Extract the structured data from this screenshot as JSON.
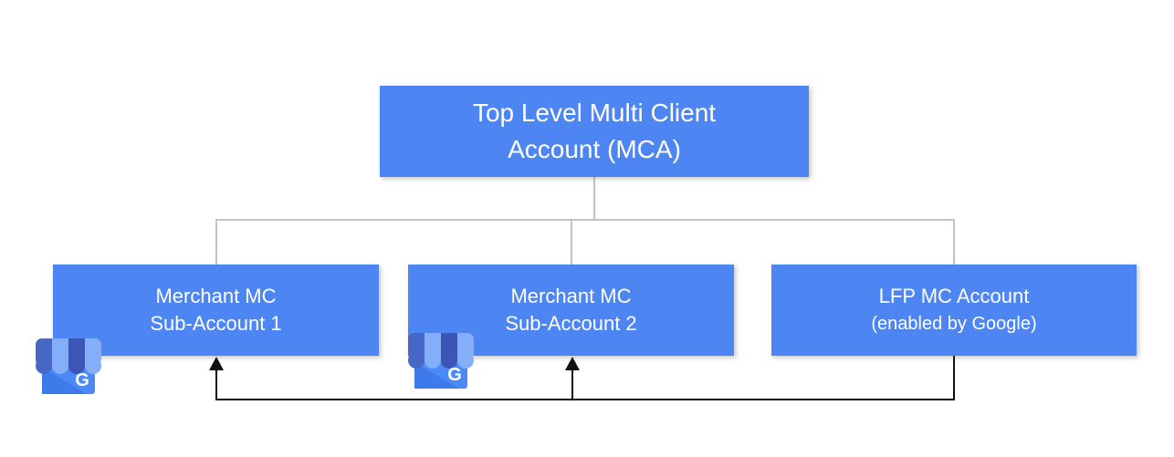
{
  "diagram": {
    "nodes": {
      "mca": {
        "line1": "Top Level Multi Client",
        "line2": "Account (MCA)"
      },
      "sub1": {
        "line1": "Merchant MC",
        "line2": "Sub-Account 1"
      },
      "sub2": {
        "line1": "Merchant MC",
        "line2": "Sub-Account 2"
      },
      "lfp": {
        "line1": "LFP MC Account",
        "line2": "(enabled by Google)"
      }
    },
    "business_icon": {
      "letter": "G"
    },
    "colors": {
      "node_fill": "#4d86f3",
      "node_text": "#ffffff",
      "hierarchy_connector": "#c3c3c3",
      "feed_arrow": "#111111",
      "icon_awning_stripe_dark": "#3c55b6",
      "icon_awning_stripe_medium": "#4767c7",
      "icon_awning_stripe_light": "#85aef8",
      "icon_body": "#4a89f6",
      "icon_fold": "#3e7ae9",
      "background": "#ffffff"
    }
  }
}
